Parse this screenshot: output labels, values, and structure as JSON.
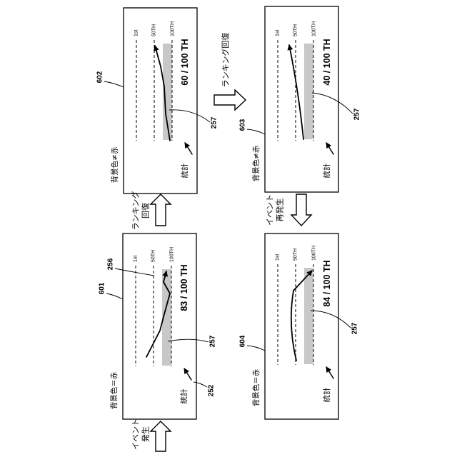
{
  "panels": [
    {
      "ref": "601",
      "background_label": "背景色＝赤",
      "rank_text": "83 / 100 TH",
      "stats_label": "統計",
      "ticks": [
        "1st",
        "50TH",
        "100TH"
      ],
      "bar_ref": "257",
      "line_ref": "256",
      "stats_ref": "252"
    },
    {
      "ref": "602",
      "background_label": "背景色≠赤",
      "rank_text": "60 / 100 TH",
      "stats_label": "統計",
      "ticks": [
        "1st",
        "50TH",
        "100TH"
      ],
      "bar_ref": "257"
    },
    {
      "ref": "603",
      "background_label": "背景色≠赤",
      "rank_text": "40 / 100 TH",
      "stats_label": "統計",
      "ticks": [
        "1st",
        "50TH",
        "100TH"
      ],
      "bar_ref": "257"
    },
    {
      "ref": "604",
      "background_label": "背景色＝赤",
      "rank_text": "84 / 100 TH",
      "stats_label": "統計",
      "ticks": [
        "1st",
        "50TH",
        "100TH"
      ],
      "bar_ref": "257"
    }
  ],
  "transitions": [
    {
      "lines": [
        "イベント",
        "発生"
      ]
    },
    {
      "lines": [
        "ランキング",
        "回復"
      ]
    },
    {
      "lines": [
        "ランキング回復"
      ]
    },
    {
      "lines": [
        "イベント",
        "再発生"
      ]
    }
  ],
  "colors": {
    "bar_fill": "#c8c8c8"
  }
}
